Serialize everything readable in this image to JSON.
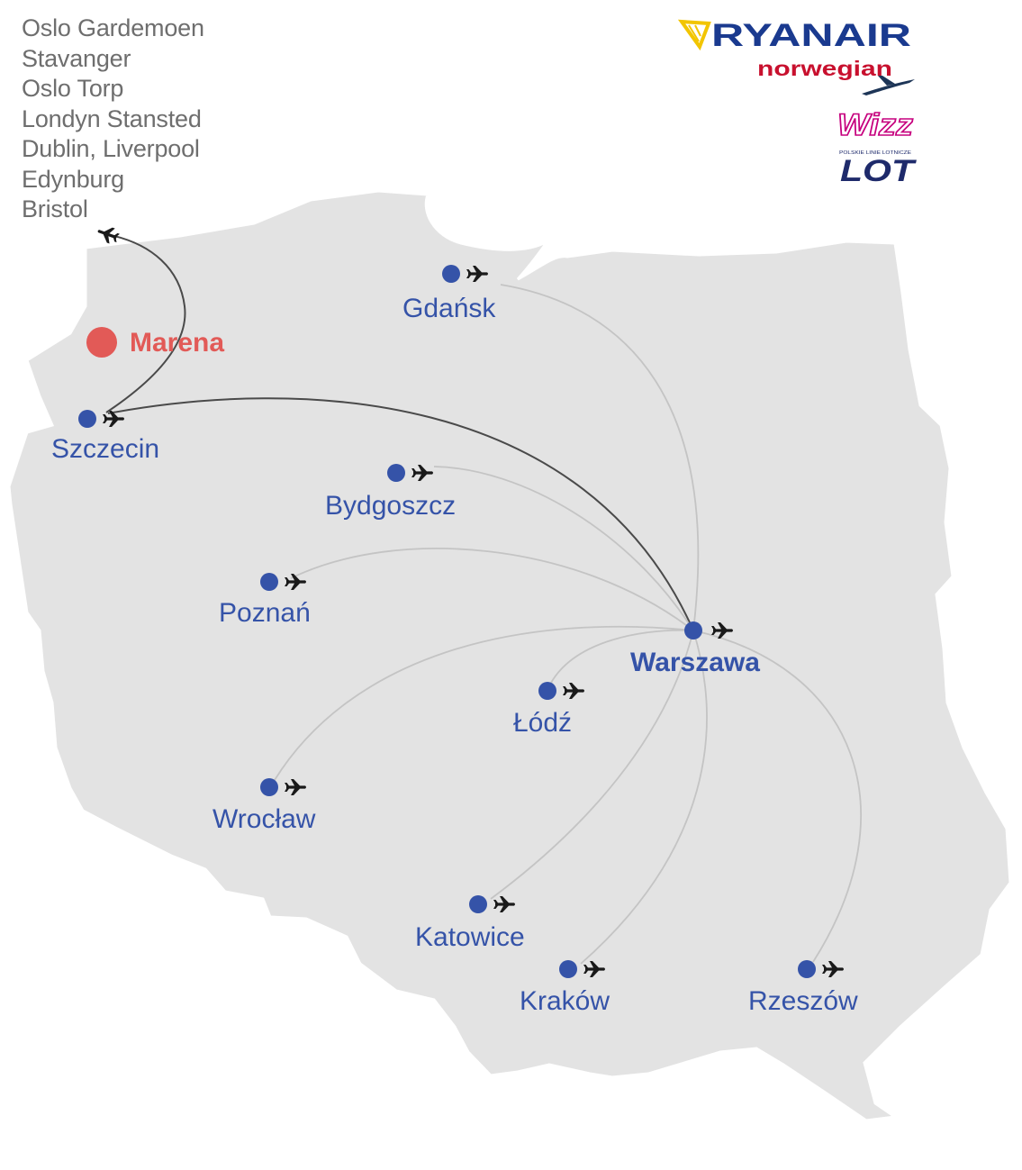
{
  "destinations": [
    "Oslo Gardemoen",
    "Stavanger",
    "Oslo Torp",
    "Londyn Stansted",
    "Dublin, Liverpool",
    "Edynburg",
    "Bristol"
  ],
  "marena": {
    "label": "Marena",
    "color": "#e25a57"
  },
  "hub": {
    "label": "Warszawa"
  },
  "cities": [
    {
      "key": "gdansk",
      "label": "Gdańsk"
    },
    {
      "key": "szczecin",
      "label": "Szczecin"
    },
    {
      "key": "bydgoszcz",
      "label": "Bydgoszcz"
    },
    {
      "key": "poznan",
      "label": "Poznań"
    },
    {
      "key": "lodz",
      "label": "Łódź"
    },
    {
      "key": "wroclaw",
      "label": "Wrocław"
    },
    {
      "key": "katowice",
      "label": "Katowice"
    },
    {
      "key": "krakow",
      "label": "Kraków"
    },
    {
      "key": "rzeszow",
      "label": "Rzeszów"
    }
  ],
  "airlines": {
    "ryanair": "RYANAIR",
    "norwegian": "norwegian",
    "wizz": "Wizz",
    "lot": "LOT",
    "lot_tagline": "POLSKIE LINIE LOTNICZE"
  },
  "colors": {
    "map_fill": "#e3e3e3",
    "map_border": "#ffffff",
    "city_dot": "#3553a8",
    "route_light": "#c4c4c4",
    "route_dark": "#4a4a4a",
    "ryanair_blue": "#1a3a8f",
    "ryanair_gold": "#f2c500",
    "norwegian_red": "#c8102e",
    "wizz_pink": "#c6007e",
    "lot_navy": "#1e2a6b"
  },
  "icons": {
    "plane": "airplane-icon",
    "harp": "harp-icon"
  }
}
